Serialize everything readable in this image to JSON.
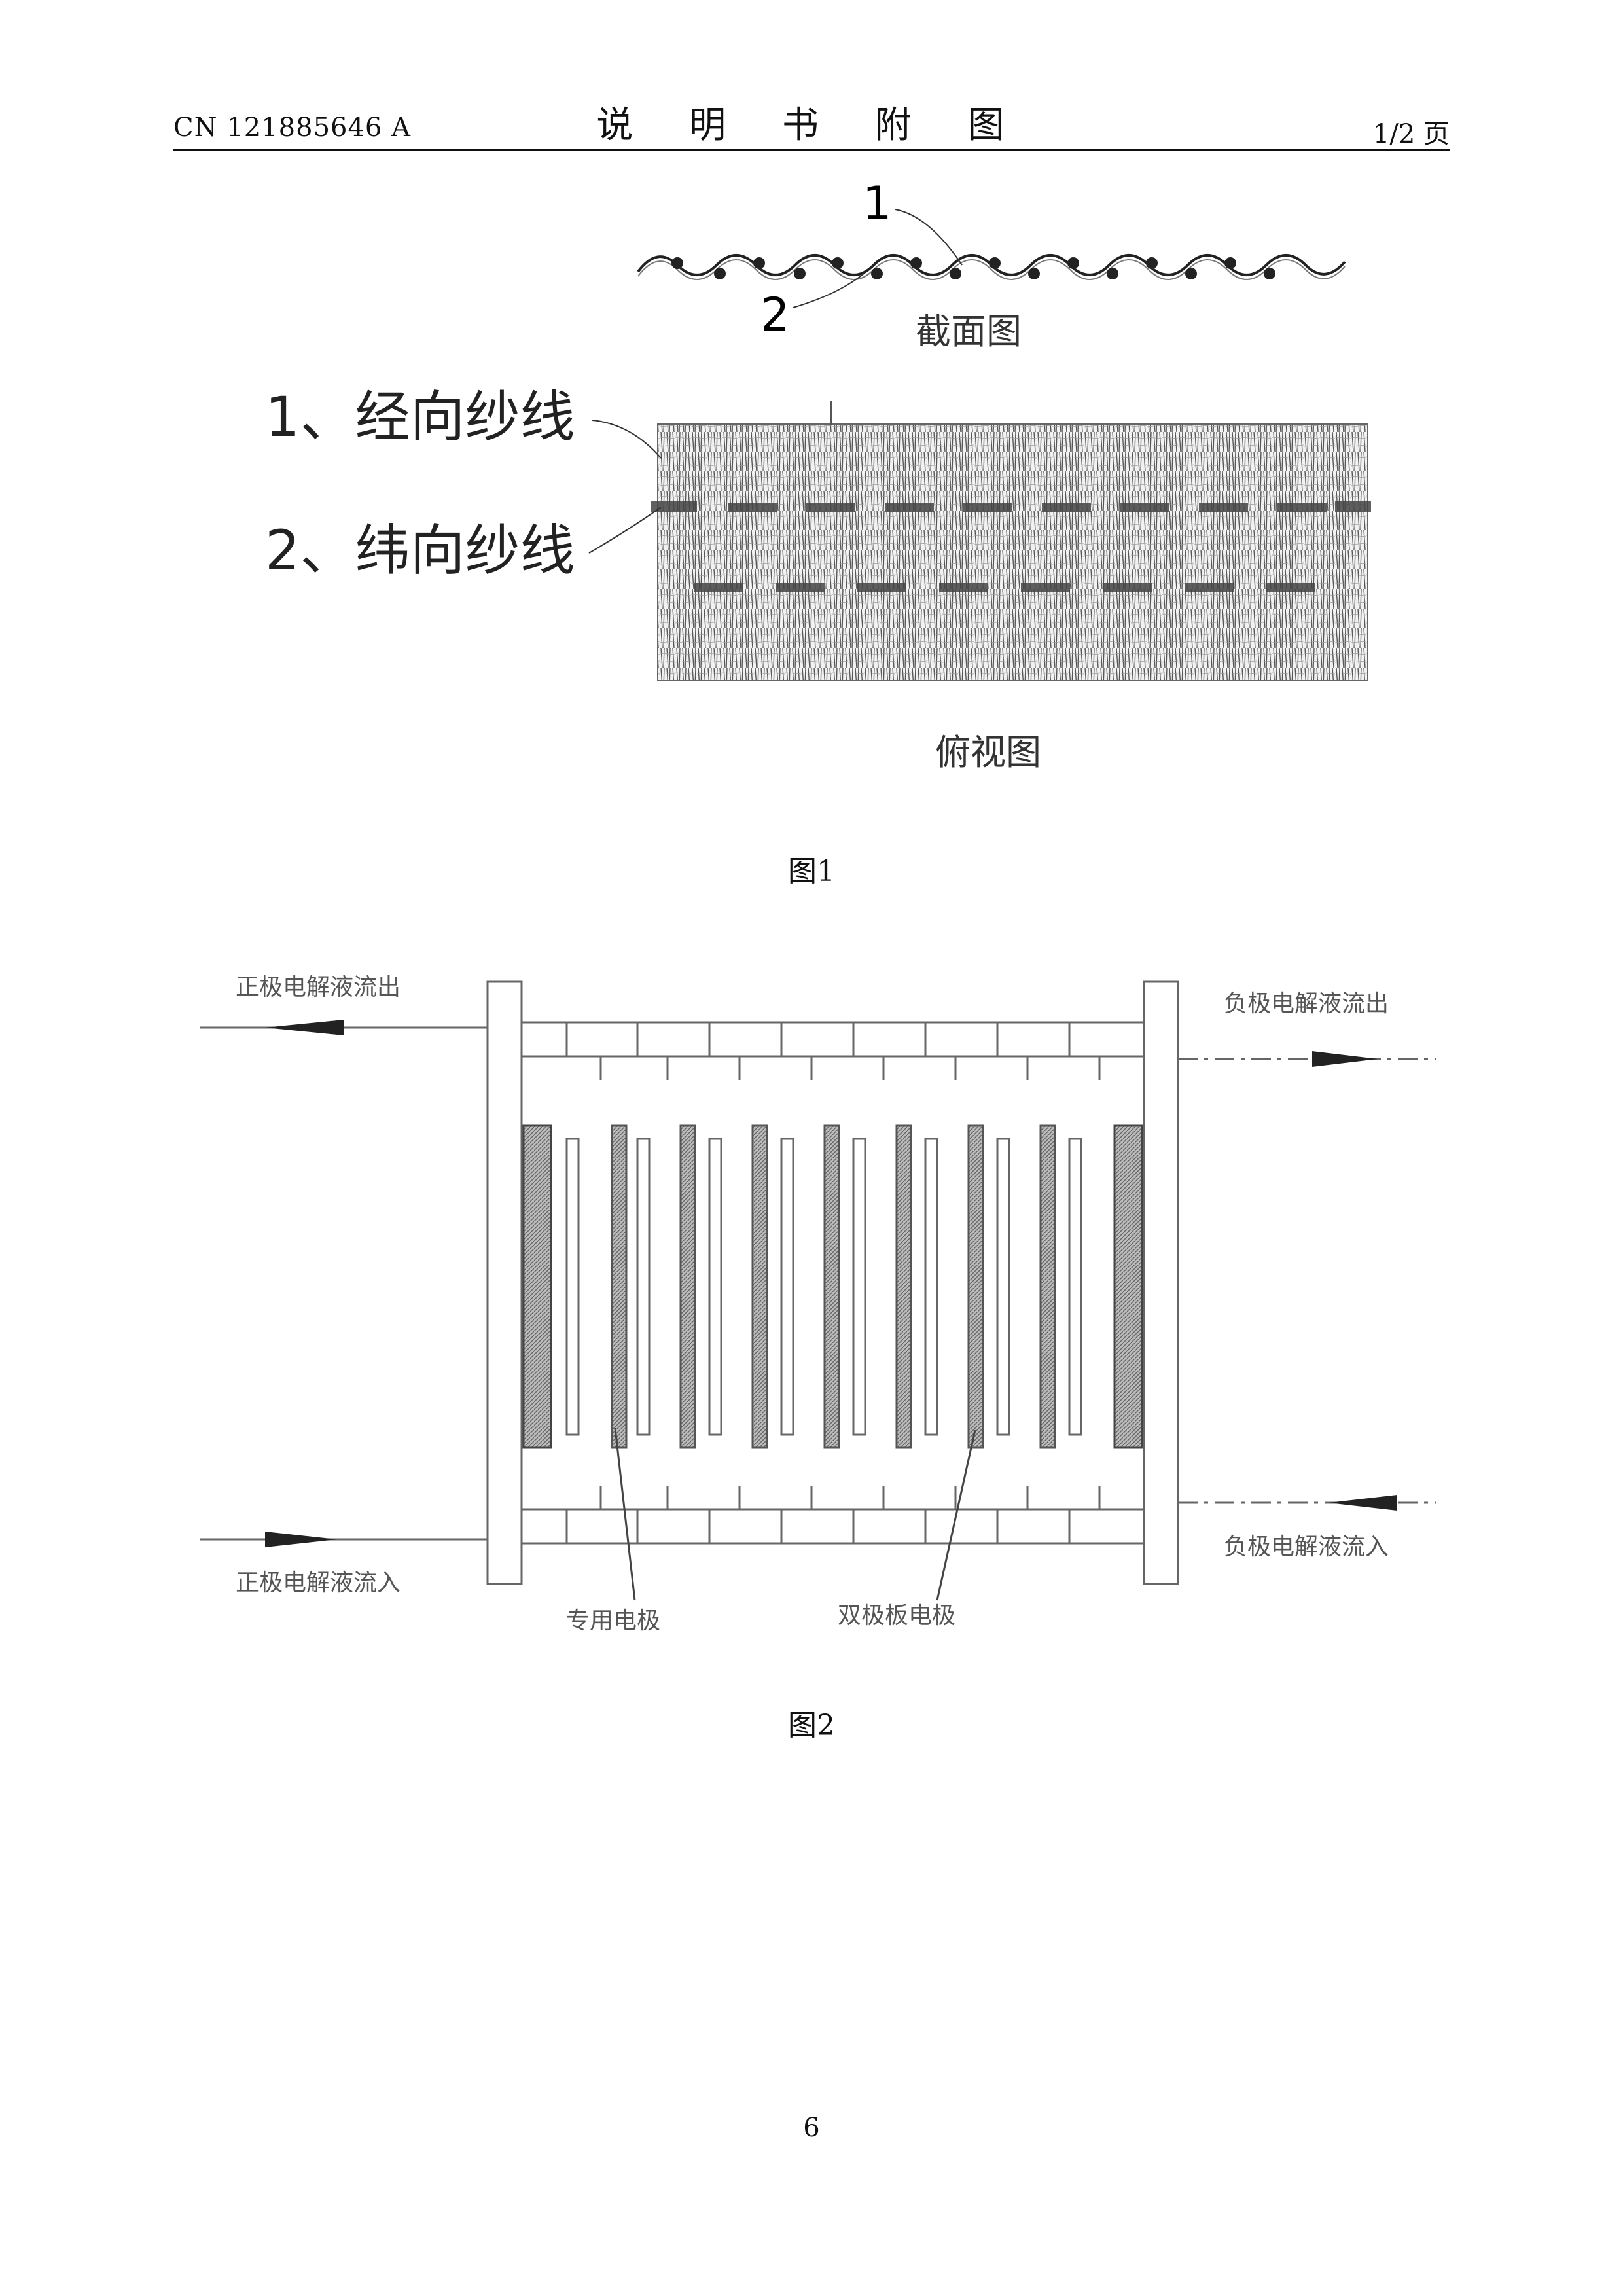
{
  "header": {
    "publication_number": "CN 121885646 A",
    "title": "说 明 书 附 图",
    "page_of": "1/2 页"
  },
  "figure1": {
    "cross_section": {
      "callout_1": "1",
      "callout_2": "2",
      "view_label": "截面图"
    },
    "top_view": {
      "label_warp": "1、经向纱线",
      "label_weft": "2、纬向纱线",
      "view_label": "俯视图"
    },
    "caption": "图1"
  },
  "figure2": {
    "pos_out": "正极电解液流出",
    "neg_out": "负极电解液流出",
    "pos_in": "正极电解液流入",
    "neg_in": "负极电解液流入",
    "special_electrode": "专用电极",
    "bipolar_electrode": "双极板电极",
    "caption": "图2"
  },
  "page_number": "6"
}
